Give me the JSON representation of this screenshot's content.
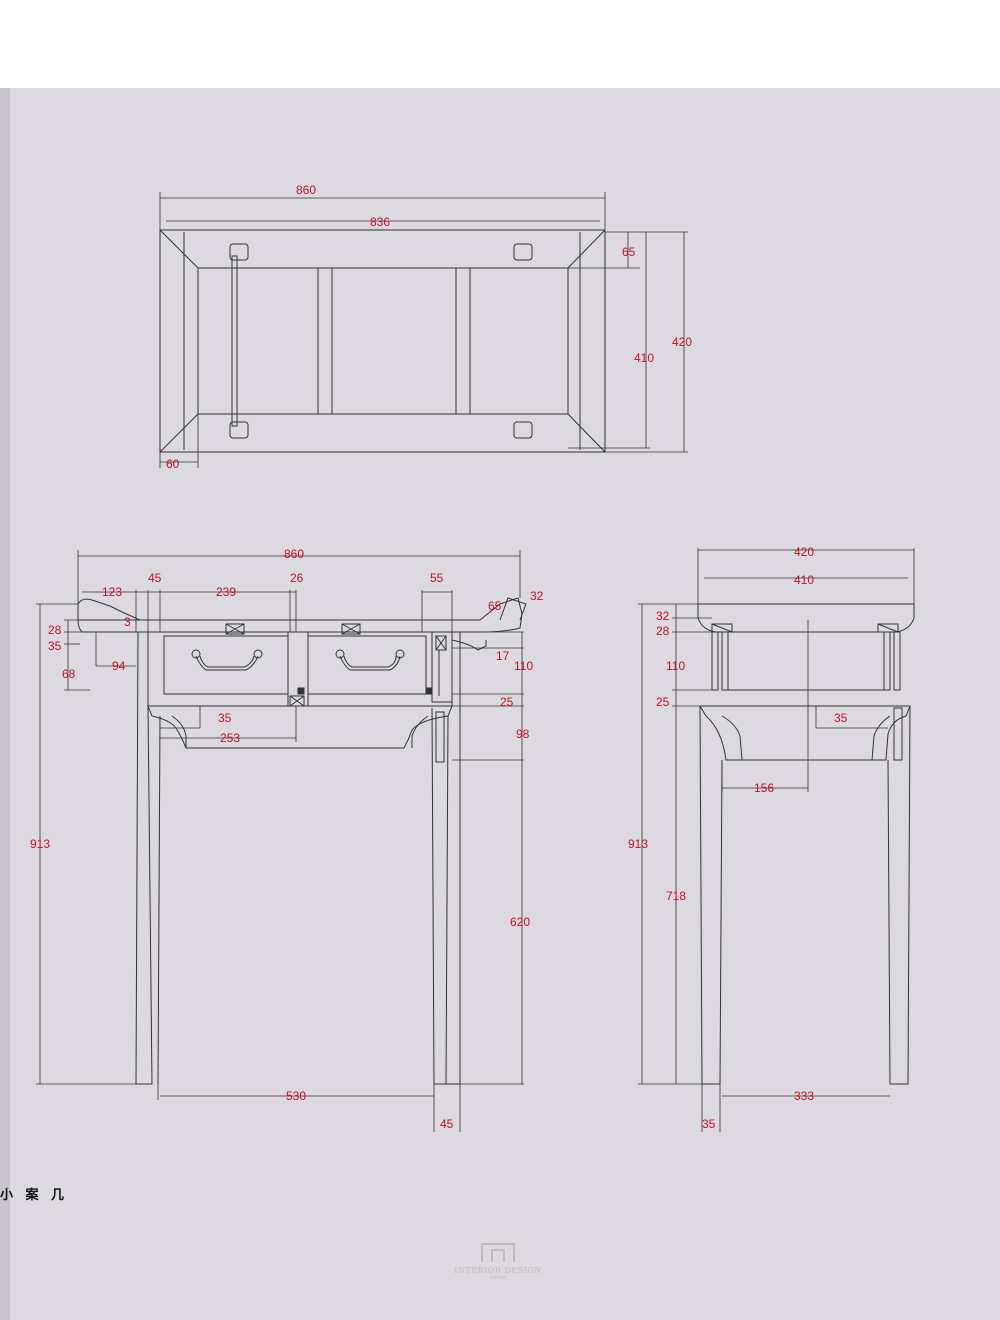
{
  "caption": "小 案 几",
  "logo": {
    "line1": "INTERIOR DESIGN",
    "line2": "ccd-fuit"
  },
  "colors": {
    "dimension_text": "#c1121f",
    "line": "#333333",
    "paper": "#ddd9e1"
  },
  "top_view": {
    "overall_length": "860",
    "inner_length": "836",
    "end_offset": "65",
    "depth_inner": "410",
    "depth_overall": "420",
    "side_margin": "60"
  },
  "front_view": {
    "overall_width": "860",
    "d123": "123",
    "d45a": "45",
    "d239": "239",
    "d26": "26",
    "d55": "55",
    "d65": "65",
    "d32": "32",
    "d3": "3",
    "d28": "28",
    "d35a": "35",
    "d94": "94",
    "d68": "68",
    "d17": "17",
    "d110": "110",
    "d25": "25",
    "d35b": "35",
    "d253": "253",
    "d98": "98",
    "height": "913",
    "leg_height": "620",
    "leg_span": "530",
    "leg_width": "45"
  },
  "side_view": {
    "overall_depth": "420",
    "inner_depth": "410",
    "d32": "32",
    "d28": "28",
    "d110": "110",
    "d25": "25",
    "d35": "35",
    "d156": "156",
    "height": "913",
    "leg_height": "718",
    "leg_span": "333",
    "leg_width": "35"
  }
}
